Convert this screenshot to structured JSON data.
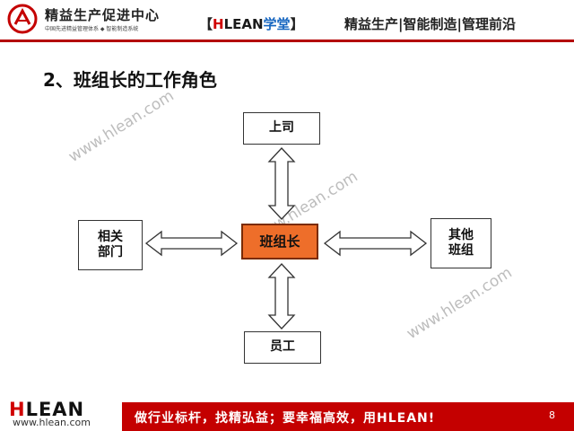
{
  "header": {
    "brand_title": "精益生产促进中心",
    "brand_subtitle": "中国先进精益管理体系 ◆ 智能制造系统",
    "center_bracket_left": "【",
    "center_h": "H",
    "center_lean": "LEAN",
    "center_xuetang": "学堂",
    "center_bracket_right": "】",
    "slogan": "精益生产|智能制造|管理前沿"
  },
  "slide": {
    "title": "2、班组长的工作角色"
  },
  "diagram": {
    "center": "班组长",
    "top": "上司",
    "bottom": "员工",
    "left": "相关\n部门",
    "right": "其他\n班组"
  },
  "watermark": "www.hlean.com",
  "footer": {
    "logo_h": "H",
    "logo_rest": "LEAN",
    "url": "www.hlean.com",
    "slogan": "做行业标杆，找精弘益；要幸福高效，用HLEAN!",
    "page_number": "8"
  },
  "colors": {
    "accent_red": "#c40000",
    "center_box_orange": "#ee6e2a"
  }
}
